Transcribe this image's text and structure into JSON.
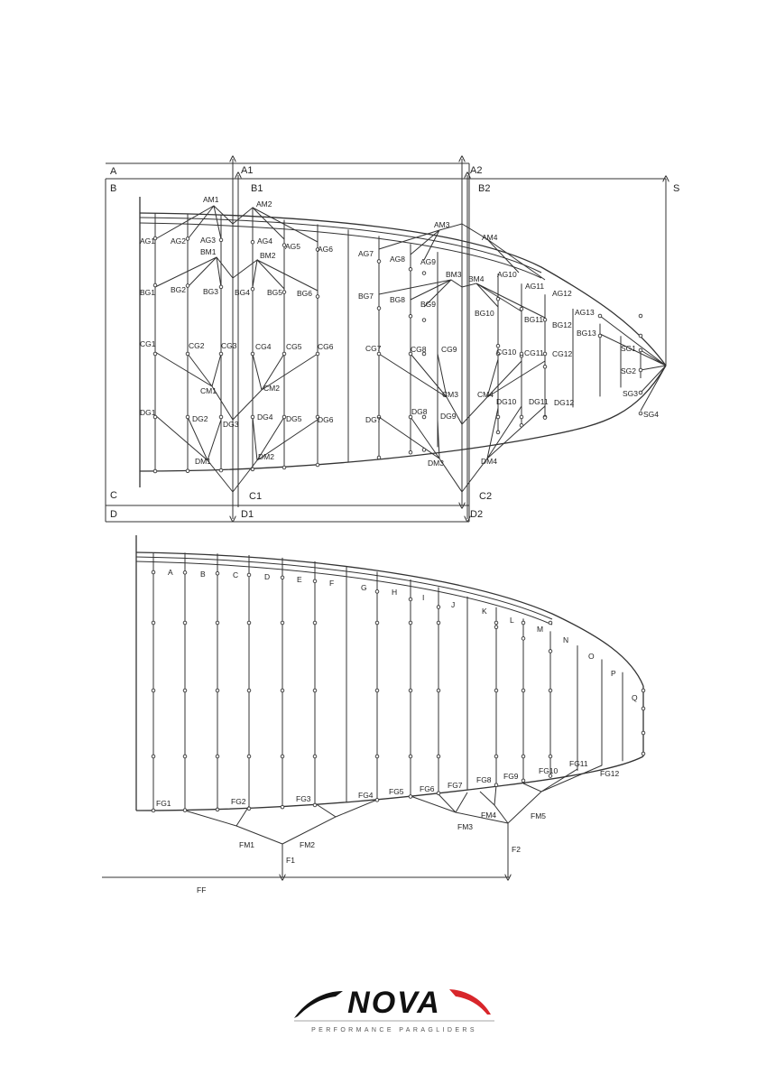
{
  "top_plan": {
    "level_labels": [
      "A",
      "B",
      "C",
      "D"
    ],
    "riser_labels": [
      "A1",
      "A2",
      "B1",
      "B2",
      "C1",
      "C2",
      "D1",
      "D2",
      "S"
    ],
    "main_labels": [
      "AM1",
      "AM2",
      "AM3",
      "AM4",
      "BM1",
      "BM2",
      "BM3",
      "BM4",
      "CM1",
      "CM2",
      "CM3",
      "CM4",
      "DM1",
      "DM2",
      "DM3",
      "DM4"
    ],
    "gallery_a": [
      "AG1",
      "AG2",
      "AG3",
      "AG4",
      "AG5",
      "AG6",
      "AG7",
      "AG8",
      "AG9",
      "AG10",
      "AG11",
      "AG12",
      "AG13"
    ],
    "gallery_b": [
      "BG1",
      "BG2",
      "BG3",
      "BG4",
      "BG5",
      "BG6",
      "BG7",
      "BG8",
      "BG9",
      "BG10",
      "BG11",
      "BG12",
      "BG13"
    ],
    "gallery_c": [
      "CG1",
      "CG2",
      "CG3",
      "CG4",
      "CG5",
      "CG6",
      "CG7",
      "CG8",
      "CG9",
      "CG10",
      "CG11",
      "CG12"
    ],
    "gallery_d": [
      "DG1",
      "DG2",
      "DG3",
      "DG4",
      "DG5",
      "DG6",
      "DG7",
      "DG8",
      "DG9",
      "DG10",
      "DG11",
      "DG12"
    ],
    "stabilo": [
      "SG1",
      "SG2",
      "SG3",
      "SG4"
    ]
  },
  "bottom_plan": {
    "cell_labels": [
      "A",
      "B",
      "C",
      "D",
      "E",
      "F",
      "G",
      "H",
      "I",
      "J",
      "K",
      "L",
      "M",
      "N",
      "O",
      "P",
      "Q"
    ],
    "gallery_f": [
      "FG1",
      "FG2",
      "FG3",
      "FG4",
      "FG5",
      "FG6",
      "FG7",
      "FG8",
      "FG9",
      "FG10",
      "FG11",
      "FG12"
    ],
    "main_f": [
      "FM1",
      "FM2",
      "FM3",
      "FM4",
      "FM5"
    ],
    "riser_f": [
      "F1",
      "F2"
    ],
    "level_label": "FF"
  },
  "logo": {
    "wordmark": "NOVA",
    "tagline": "PERFORMANCE PARAGLIDERS",
    "accent_color": "#d8262b",
    "ink_color": "#111111"
  }
}
